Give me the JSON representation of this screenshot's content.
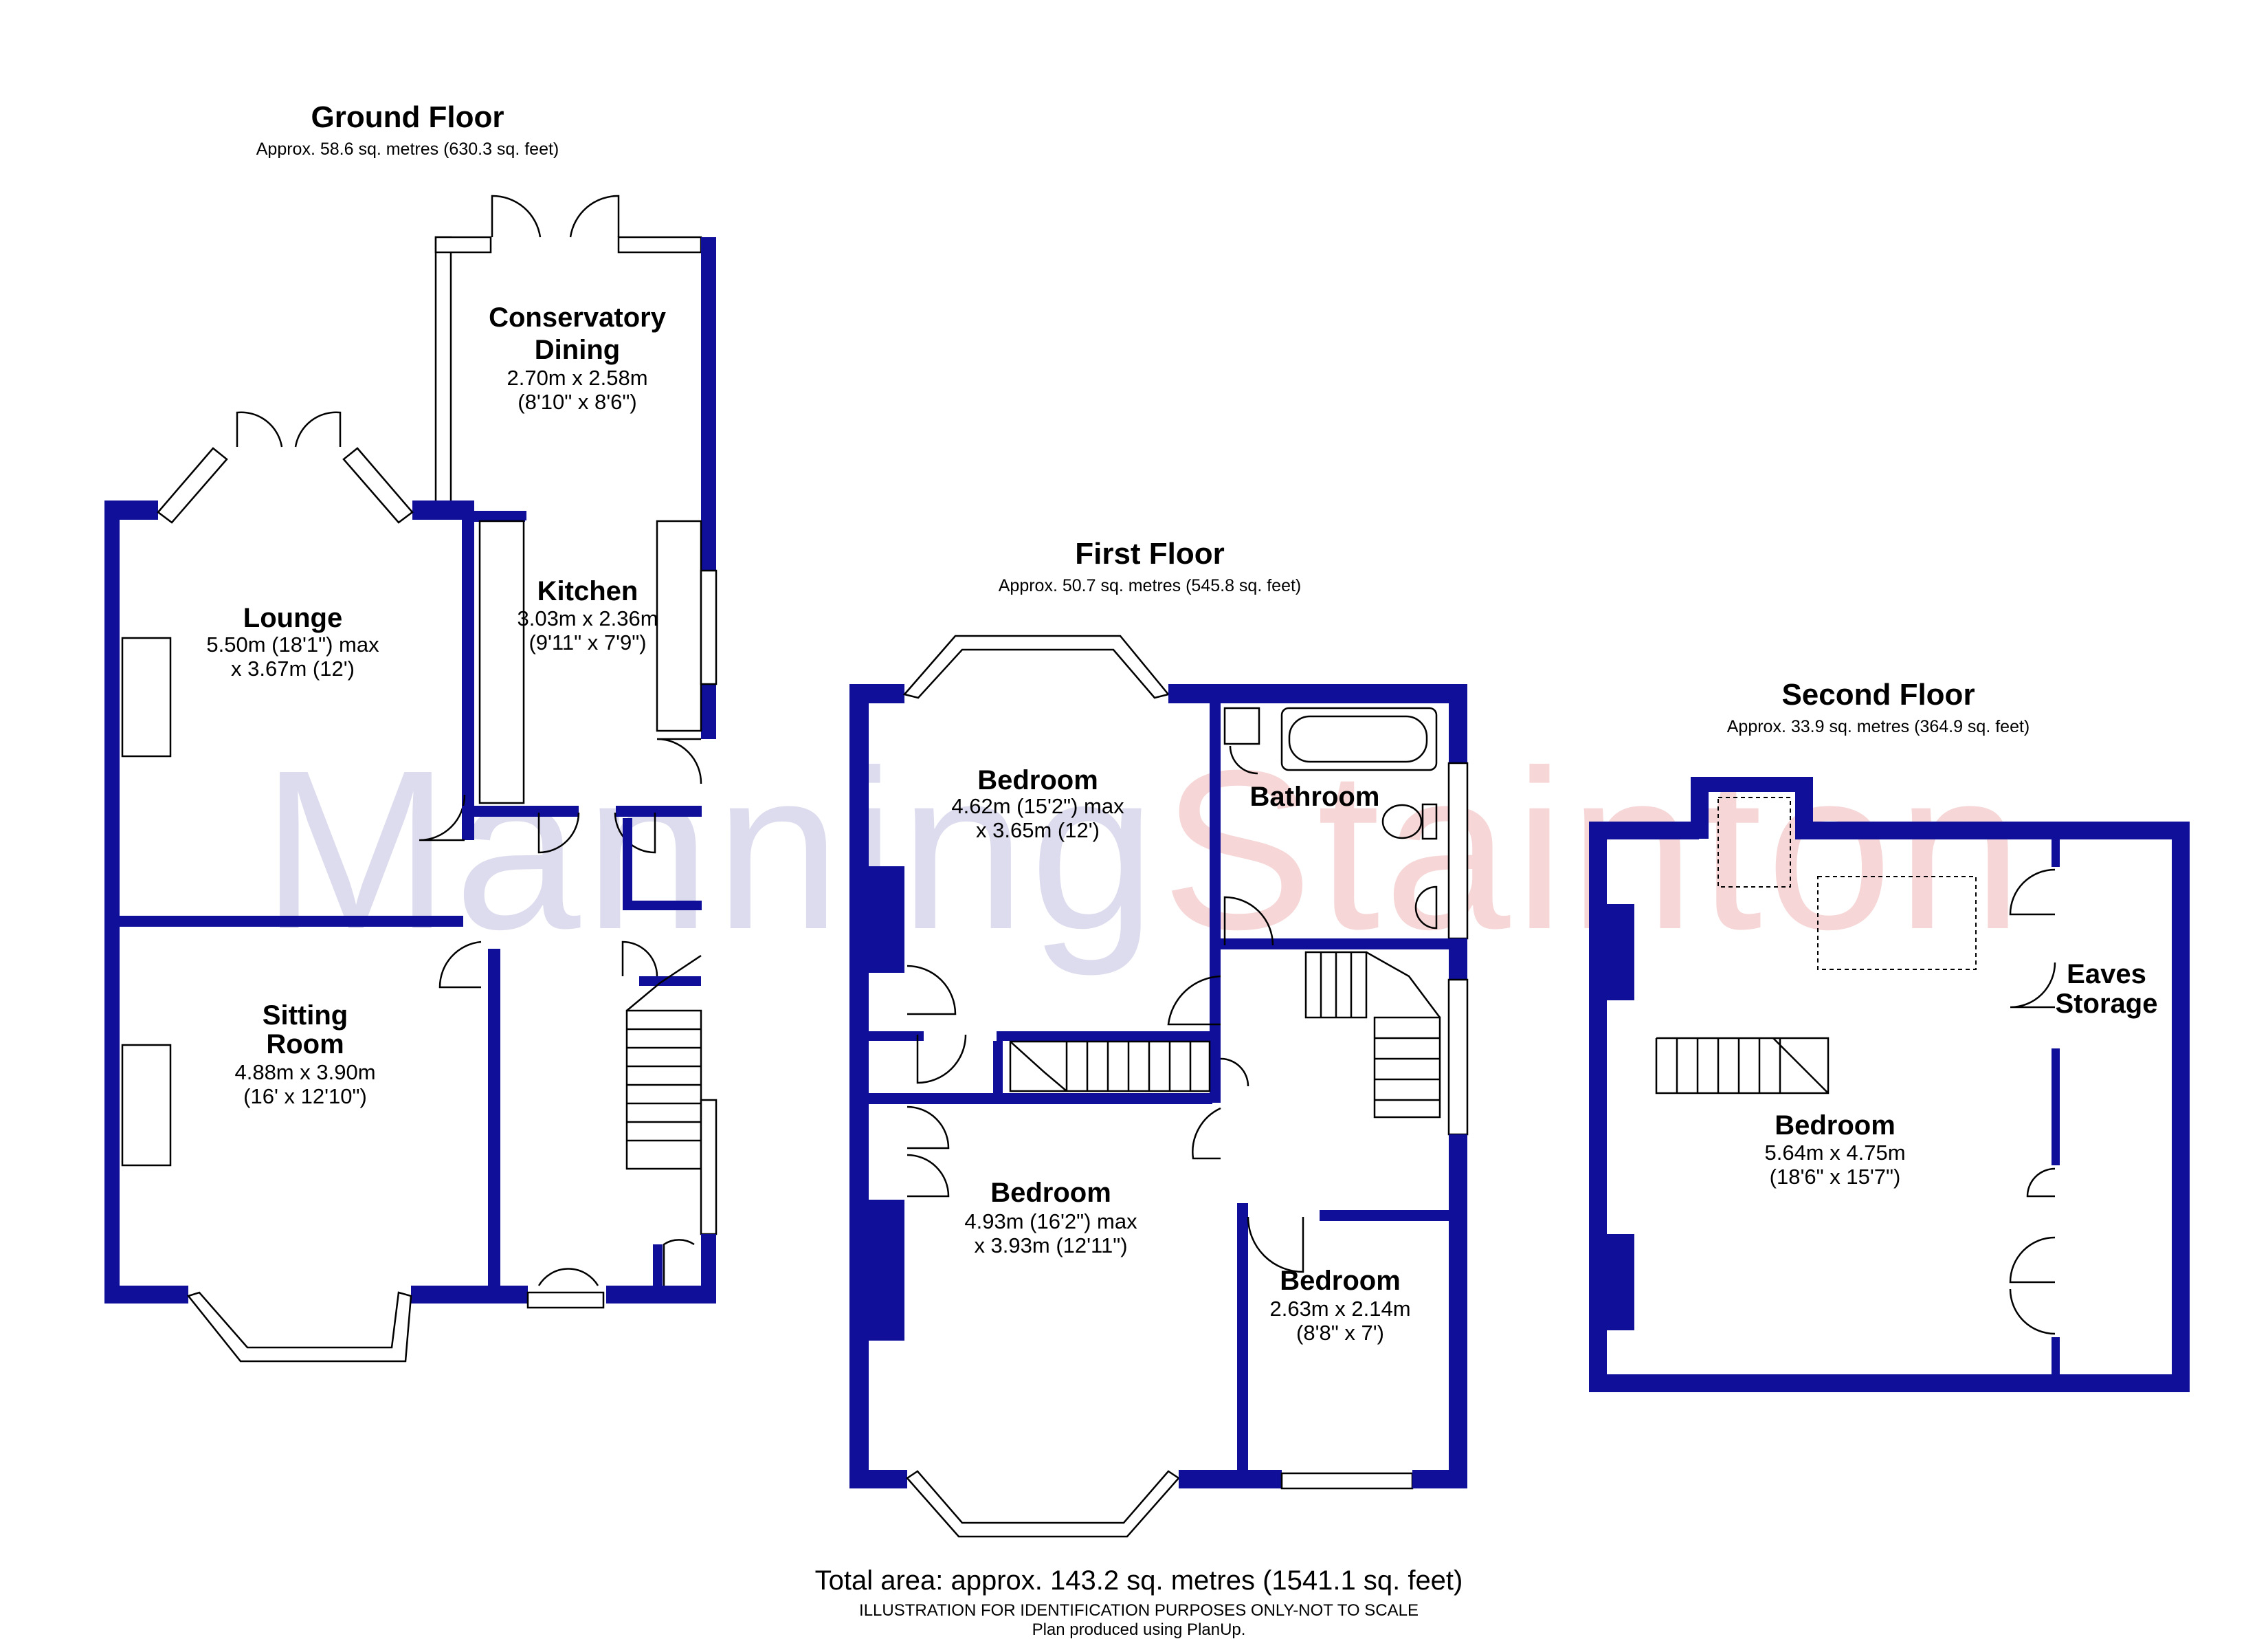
{
  "watermark": {
    "part1": "Manning",
    "part2": "Stainton",
    "color1": "#dcdcee",
    "color2": "#f6d6d6"
  },
  "colors": {
    "wall": "#0f0f9a"
  },
  "floors": [
    {
      "title": "Ground Floor",
      "area": "Approx. 58.6 sq. metres (630.3 sq. feet)"
    },
    {
      "title": "First Floor",
      "area": "Approx. 50.7 sq. metres (545.8 sq. feet)"
    },
    {
      "title": "Second Floor",
      "area": "Approx. 33.9 sq. metres (364.9 sq. feet)"
    }
  ],
  "rooms": {
    "conservatory": {
      "name1": "Conservatory",
      "name2": "Dining",
      "dim1": "2.70m x 2.58m",
      "dim2": "(8'10\" x 8'6\")"
    },
    "lounge": {
      "name1": "Lounge",
      "dim1": "5.50m (18'1\") max",
      "dim2": "x 3.67m (12')"
    },
    "kitchen": {
      "name1": "Kitchen",
      "dim1": "3.03m x 2.36m",
      "dim2": "(9'11\" x 7'9\")"
    },
    "sitting": {
      "name1": "Sitting",
      "name2": "Room",
      "dim1": "4.88m x 3.90m",
      "dim2": "(16' x 12'10\")"
    },
    "ff_bed1": {
      "name1": "Bedroom",
      "dim1": "4.62m (15'2\") max",
      "dim2": "x 3.65m (12')"
    },
    "bathroom": {
      "name1": "Bathroom"
    },
    "ff_bed2": {
      "name1": "Bedroom",
      "dim1": "4.93m (16'2\") max",
      "dim2": "x 3.93m (12'11\")"
    },
    "ff_bed3": {
      "name1": "Bedroom",
      "dim1": "2.63m x 2.14m",
      "dim2": "(8'8\" x 7')"
    },
    "eaves": {
      "name1": "Eaves",
      "name2": "Storage"
    },
    "sf_bed": {
      "name1": "Bedroom",
      "dim1": "5.64m x 4.75m",
      "dim2": "(18'6\" x 15'7\")"
    }
  },
  "footer": {
    "total": "Total area: approx. 143.2 sq. metres (1541.1 sq. feet)",
    "note1": "ILLUSTRATION FOR IDENTIFICATION PURPOSES ONLY-NOT TO SCALE",
    "note2": "Plan produced using PlanUp."
  }
}
